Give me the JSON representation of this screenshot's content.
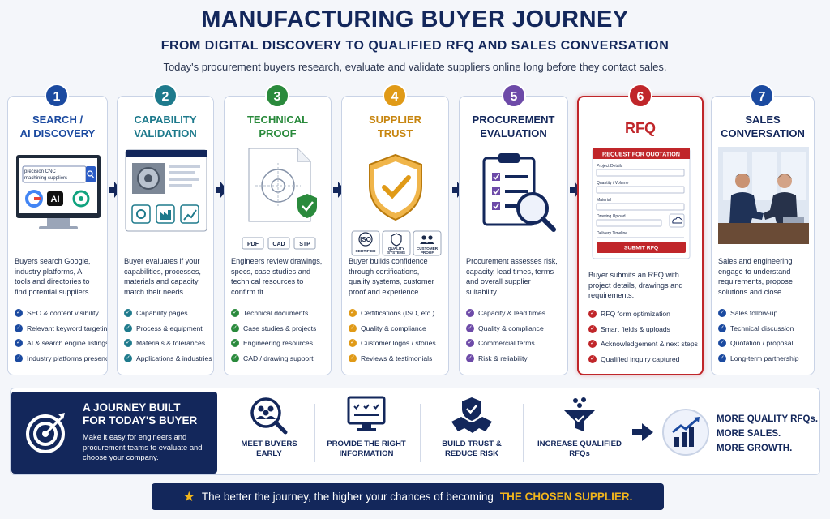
{
  "header": {
    "title": "MANUFACTURING BUYER JOURNEY",
    "subtitle": "FROM DIGITAL DISCOVERY TO QUALIFIED RFQ AND SALES CONVERSATION",
    "intro": "Today's procurement buyers research, evaluate and validate suppliers online long before they contact sales."
  },
  "steps": [
    {
      "number": "1",
      "color": "#1b4aa0",
      "title_line1": "SEARCH /",
      "title_line2": "AI DISCOVERY",
      "desc": "Buyers search Google, industry platforms, AI tools and directories to find potential suppliers.",
      "search_text_line1": "precision CNC",
      "search_text_line2": "machining suppliers",
      "ai_label": "AI",
      "bullets": [
        "SEO & content visibility",
        "Relevant keyword targeting",
        "AI & search engine listings",
        "Industry platforms presence"
      ]
    },
    {
      "number": "2",
      "color": "#1e7a8c",
      "title_line1": "CAPABILITY",
      "title_line2": "VALIDATION",
      "desc": "Buyer evaluates if your capabilities, processes, materials and capacity match their needs.",
      "bullets": [
        "Capability pages",
        "Process & equipment",
        "Materials & tolerances",
        "Applications & industries"
      ]
    },
    {
      "number": "3",
      "color": "#2a8a3c",
      "title_line1": "TECHNICAL",
      "title_line2": "PROOF",
      "desc": "Engineers review drawings, specs, case studies and technical resources to confirm fit.",
      "file_tags": [
        "PDF",
        "CAD",
        "STP"
      ],
      "bullets": [
        "Technical documents",
        "Case studies & projects",
        "Engineering resources",
        "CAD / drawing support"
      ]
    },
    {
      "number": "4",
      "color": "#e09a17",
      "title_line1": "SUPPLIER",
      "title_line2": "TRUST",
      "desc": "Buyer builds confidence through certifications, quality systems, customer proof and experience.",
      "cert_iso_big": "ISO",
      "cert_iso_small": "CERTIFIED",
      "cert_quality_line1": "QUALITY",
      "cert_quality_line2": "SYSTEMS",
      "cert_customer_line1": "CUSTOMER",
      "cert_customer_line2": "PROOF",
      "bullets": [
        "Certifications (ISO, etc.)",
        "Quality & compliance",
        "Customer logos / stories",
        "Reviews & testimonials"
      ]
    },
    {
      "number": "5",
      "color": "#6d4aa8",
      "title_line1": "PROCUREMENT",
      "title_line2": "EVALUATION",
      "desc": "Procurement assesses risk, capacity, lead times, terms and overall supplier suitability.",
      "bullets": [
        "Capacity & lead times",
        "Quality & compliance",
        "Commercial terms",
        "Risk & reliability"
      ]
    },
    {
      "number": "6",
      "color": "#c0262a",
      "title": "RFQ",
      "desc": "Buyer submits an RFQ with project details, drawings and requirements.",
      "form": {
        "header": "REQUEST FOR QUOTATION",
        "fields": [
          "Project Details",
          "Quantity / Volume",
          "Material",
          "Drawing Upload",
          "Delivery Timeline"
        ],
        "submit": "SUBMIT RFQ"
      },
      "bullets": [
        "RFQ form optimization",
        "Smart fields & uploads",
        "Acknowledgement & next steps",
        "Qualified inquiry captured"
      ]
    },
    {
      "number": "7",
      "color": "#1b4aa0",
      "title_line1": "SALES",
      "title_line2": "CONVERSATION",
      "desc": "Sales and engineering engage to understand requirements, propose solutions and close.",
      "bullets": [
        "Sales follow-up",
        "Technical discussion",
        "Quotation / proposal",
        "Long-term partnership"
      ]
    }
  ],
  "bottom": {
    "heading_line1": "A JOURNEY BUILT",
    "heading_line2": "FOR TODAY'S BUYER",
    "text": "Make it easy for engineers and procurement teams to evaluate and choose your company.",
    "benefits": [
      {
        "line1": "MEET BUYERS",
        "line2": "EARLY"
      },
      {
        "line1": "PROVIDE THE RIGHT",
        "line2": "INFORMATION"
      },
      {
        "line1": "BUILD TRUST &",
        "line2": "REDUCE RISK"
      },
      {
        "line1": "INCREASE QUALIFIED",
        "line2": "RFQs"
      }
    ],
    "growth": [
      "MORE QUALITY RFQs.",
      "MORE SALES.",
      "MORE GROWTH."
    ]
  },
  "banner": {
    "text": "The better the journey, the higher your chances of becoming",
    "highlight": "THE CHOSEN SUPPLIER."
  },
  "colors": {
    "navy": "#13275b",
    "gold": "#f1b51c",
    "red": "#c0262a"
  }
}
